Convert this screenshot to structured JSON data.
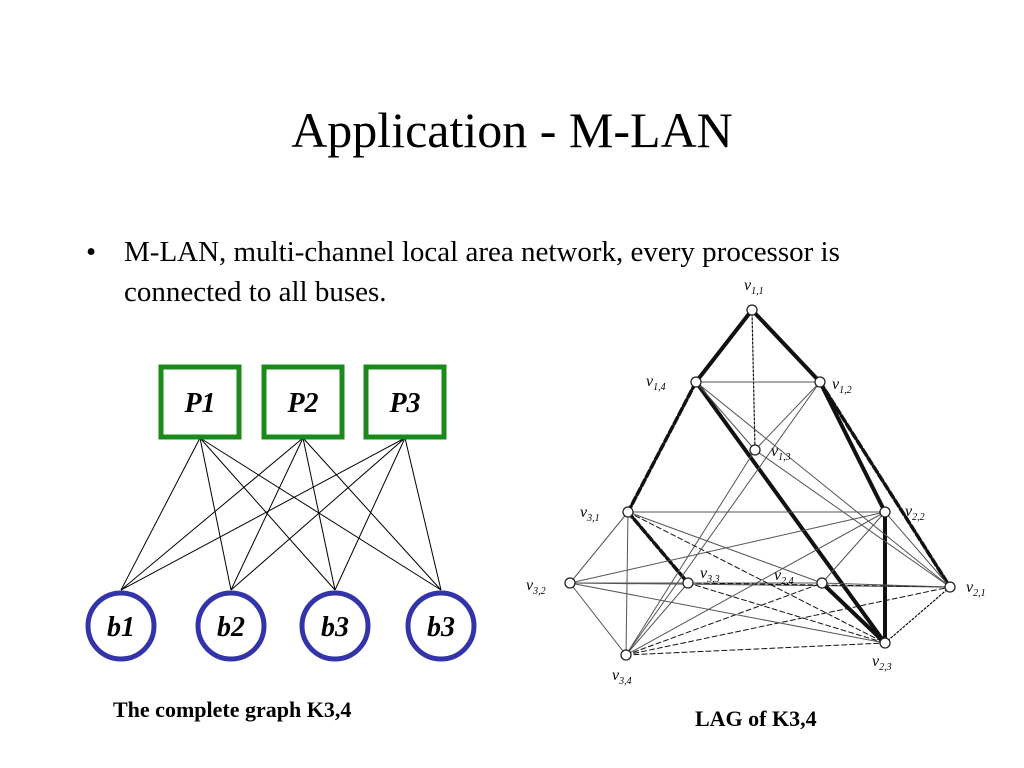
{
  "slide": {
    "title": "Application - M-LAN",
    "bullet": "M-LAN, multi-channel local area network, every processor is connected to all buses."
  },
  "left_diagram": {
    "processors": [
      "P1",
      "P2",
      "P3"
    ],
    "buses": [
      "b1",
      "b2",
      "b3",
      "b3"
    ],
    "caption": "The complete graph K3,4",
    "processor_color": "#1a8a1a",
    "bus_color": "#3333aa"
  },
  "right_diagram": {
    "caption": "LAG of K3,4",
    "vertices": [
      {
        "id": "v11",
        "base": "v",
        "sub": "1,1"
      },
      {
        "id": "v14",
        "base": "v",
        "sub": "1,4"
      },
      {
        "id": "v12",
        "base": "v",
        "sub": "1,2"
      },
      {
        "id": "v13",
        "base": "v",
        "sub": "1,3"
      },
      {
        "id": "v31",
        "base": "v",
        "sub": "3,1"
      },
      {
        "id": "v22",
        "base": "v",
        "sub": "2,2"
      },
      {
        "id": "v32",
        "base": "v",
        "sub": "3,2"
      },
      {
        "id": "v33",
        "base": "v",
        "sub": "3,3"
      },
      {
        "id": "v24",
        "base": "v",
        "sub": "2,4"
      },
      {
        "id": "v21",
        "base": "v",
        "sub": "2,1"
      },
      {
        "id": "v34",
        "base": "v",
        "sub": "3,4"
      },
      {
        "id": "v23",
        "base": "v",
        "sub": "2,3"
      }
    ]
  }
}
